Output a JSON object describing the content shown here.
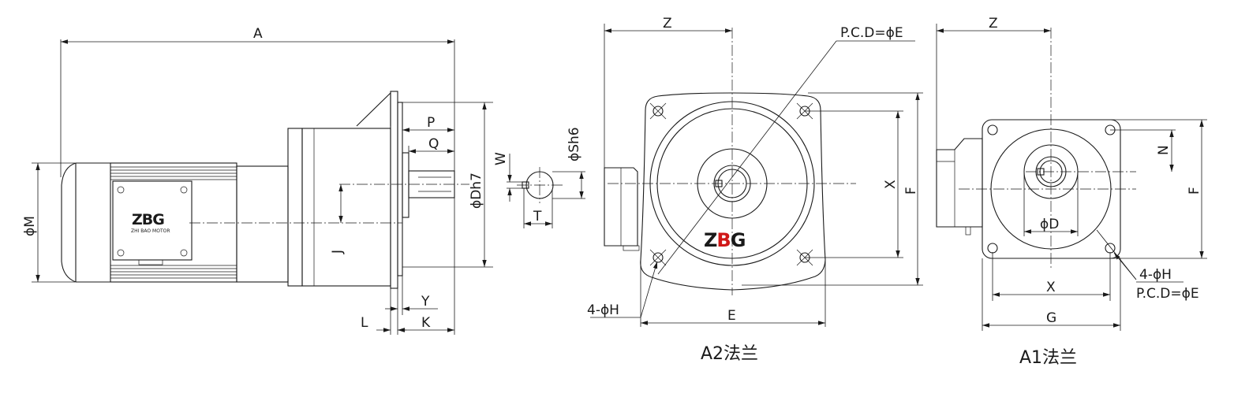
{
  "side_view": {
    "dims": {
      "A": "A",
      "M": "ϕM",
      "Dh7": "ϕDh7",
      "P": "P",
      "Q": "Q",
      "J": "J",
      "L": "L",
      "Y": "Y",
      "K": "K"
    },
    "nameplate": {
      "logo_a": "Z",
      "logo_b": "B",
      "logo_c": "G",
      "subtitle": "ZHI BAO MOTOR"
    }
  },
  "shaft_view": {
    "dims": {
      "W": "W",
      "Sh6": "ϕSh6",
      "T": "T"
    }
  },
  "a2_view": {
    "caption": "A2法兰",
    "dims": {
      "Z": "Z",
      "PCD": "P.C.D=ϕE",
      "X": "X",
      "F": "F",
      "H": "4-ϕH",
      "E": "E"
    },
    "logo": {
      "a": "Z",
      "b": "B",
      "c": "G"
    }
  },
  "a1_view": {
    "caption": "A1法兰",
    "dims": {
      "Z": "Z",
      "N": "N",
      "F": "F",
      "D": "ϕD",
      "X": "X",
      "H": "4-ϕH",
      "PCD": "P.C.D=ϕE",
      "G": "G"
    }
  }
}
